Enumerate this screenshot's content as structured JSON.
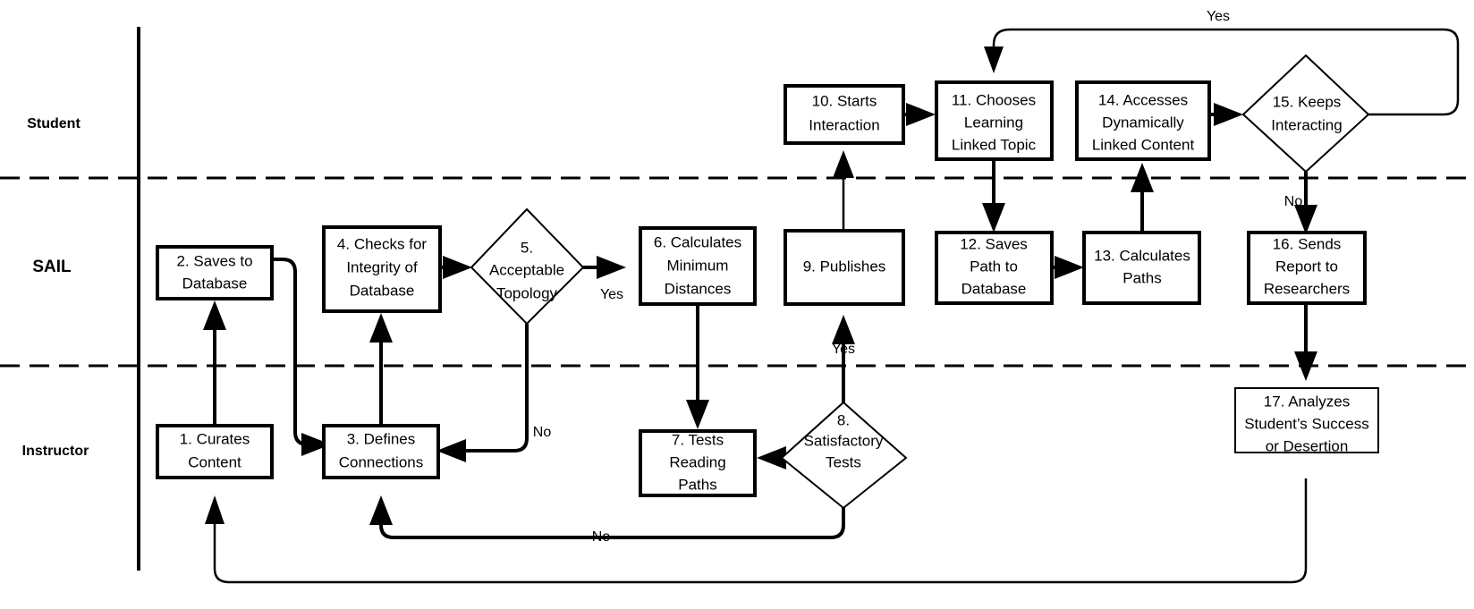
{
  "diagram": {
    "title": "SAIL swimlane flowchart",
    "type": "swimlane-flowchart",
    "colors": {
      "stroke": "#000000",
      "fill": "#ffffff",
      "text": "#000000"
    },
    "lanes": [
      {
        "id": "student",
        "label": "Student"
      },
      {
        "id": "sail",
        "label": "SAIL"
      },
      {
        "id": "instructor",
        "label": "Instructor"
      }
    ],
    "nodes": [
      {
        "id": "n1",
        "lane": "instructor",
        "shape": "process",
        "lines": [
          "1. Curates",
          "Content"
        ]
      },
      {
        "id": "n2",
        "lane": "sail",
        "shape": "process",
        "lines": [
          "2. Saves to",
          "Database"
        ]
      },
      {
        "id": "n3",
        "lane": "instructor",
        "shape": "process",
        "lines": [
          "3. Defines",
          "Connections"
        ]
      },
      {
        "id": "n4",
        "lane": "sail",
        "shape": "process",
        "lines": [
          "4. Checks for",
          "Integrity of",
          "Database"
        ]
      },
      {
        "id": "n5",
        "lane": "sail",
        "shape": "decision",
        "lines": [
          "5.",
          "Acceptable",
          "Topology"
        ]
      },
      {
        "id": "n6",
        "lane": "sail",
        "shape": "process",
        "lines": [
          "6. Calculates",
          "Minimum",
          "Distances"
        ]
      },
      {
        "id": "n7",
        "lane": "instructor",
        "shape": "process",
        "lines": [
          "7. Tests",
          "Reading",
          "Paths"
        ]
      },
      {
        "id": "n8",
        "lane": "instructor",
        "shape": "decision",
        "lines": [
          "8.",
          "Satisfactory",
          "Tests"
        ]
      },
      {
        "id": "n9",
        "lane": "sail",
        "shape": "process",
        "lines": [
          "9. Publishes"
        ]
      },
      {
        "id": "n10",
        "lane": "student",
        "shape": "process",
        "lines": [
          "10. Starts",
          "Interaction"
        ]
      },
      {
        "id": "n11",
        "lane": "student",
        "shape": "process",
        "lines": [
          "11. Chooses",
          "Learning",
          "Linked Topic"
        ]
      },
      {
        "id": "n12",
        "lane": "sail",
        "shape": "process",
        "lines": [
          "12. Saves",
          "Path to",
          "Database"
        ]
      },
      {
        "id": "n13",
        "lane": "sail",
        "shape": "process",
        "lines": [
          "13. Calculates",
          "Paths"
        ]
      },
      {
        "id": "n14",
        "lane": "student",
        "shape": "process",
        "lines": [
          "14. Accesses",
          "Dynamically",
          "Linked Content"
        ]
      },
      {
        "id": "n15",
        "lane": "student",
        "shape": "decision",
        "lines": [
          "15. Keeps",
          "Interacting"
        ]
      },
      {
        "id": "n16",
        "lane": "sail",
        "shape": "process",
        "lines": [
          "16. Sends",
          "Report to",
          "Researchers"
        ]
      },
      {
        "id": "n17",
        "lane": "instructor",
        "shape": "process",
        "lines": [
          "17. Analyzes",
          "Student’s Success",
          "or Desertion"
        ]
      }
    ],
    "edges": [
      {
        "from": "n1",
        "to": "n2",
        "label": ""
      },
      {
        "from": "n2",
        "to": "n3",
        "label": ""
      },
      {
        "from": "n3",
        "to": "n4",
        "label": ""
      },
      {
        "from": "n4",
        "to": "n5",
        "label": ""
      },
      {
        "from": "n5",
        "to": "n6",
        "label": "Yes"
      },
      {
        "from": "n5",
        "to": "n3",
        "label": "No"
      },
      {
        "from": "n6",
        "to": "n7",
        "label": ""
      },
      {
        "from": "n7",
        "to": "n8",
        "label": ""
      },
      {
        "from": "n8",
        "to": "n9",
        "label": "Yes"
      },
      {
        "from": "n8",
        "to": "n3",
        "label": "No"
      },
      {
        "from": "n9",
        "to": "n10",
        "label": ""
      },
      {
        "from": "n10",
        "to": "n11",
        "label": ""
      },
      {
        "from": "n11",
        "to": "n12",
        "label": ""
      },
      {
        "from": "n12",
        "to": "n13",
        "label": ""
      },
      {
        "from": "n13",
        "to": "n14",
        "label": ""
      },
      {
        "from": "n14",
        "to": "n15",
        "label": ""
      },
      {
        "from": "n15",
        "to": "n11",
        "label": "Yes"
      },
      {
        "from": "n15",
        "to": "n16",
        "label": "No"
      },
      {
        "from": "n16",
        "to": "n17",
        "label": ""
      },
      {
        "from": "n17",
        "to": "n1",
        "label": ""
      }
    ],
    "edge_labels": {
      "yes5": "Yes",
      "no5": "No",
      "yes8": "Yes",
      "no8": "No",
      "yes15": "Yes",
      "no15": "No"
    },
    "node_text": {
      "n1": [
        "1. Curates",
        "Content"
      ],
      "n2": [
        "2. Saves to",
        "Database"
      ],
      "n3": [
        "3. Defines",
        "Connections"
      ],
      "n4": [
        "4. Checks for",
        "Integrity of",
        "Database"
      ],
      "n5": [
        "5.",
        "Acceptable",
        "Topology"
      ],
      "n6": [
        "6. Calculates",
        "Minimum",
        "Distances"
      ],
      "n7": [
        "7. Tests",
        "Reading",
        "Paths"
      ],
      "n8": [
        "8.",
        "Satisfactory",
        "Tests"
      ],
      "n9": [
        "9. Publishes"
      ],
      "n10": [
        "10. Starts",
        "Interaction"
      ],
      "n11": [
        "11. Chooses",
        "Learning",
        "Linked Topic"
      ],
      "n12": [
        "12. Saves",
        "Path to",
        "Database"
      ],
      "n13": [
        "13. Calculates",
        "Paths"
      ],
      "n14": [
        "14. Accesses",
        "Dynamically",
        "Linked Content"
      ],
      "n15": [
        "15. Keeps",
        "Interacting"
      ],
      "n16": [
        "16. Sends",
        "Report to",
        "Researchers"
      ],
      "n17": [
        "17. Analyzes",
        "Student’s Success",
        "or Desertion"
      ]
    },
    "lane_text": {
      "student": "Student",
      "sail": "SAIL",
      "instructor": "Instructor"
    }
  }
}
